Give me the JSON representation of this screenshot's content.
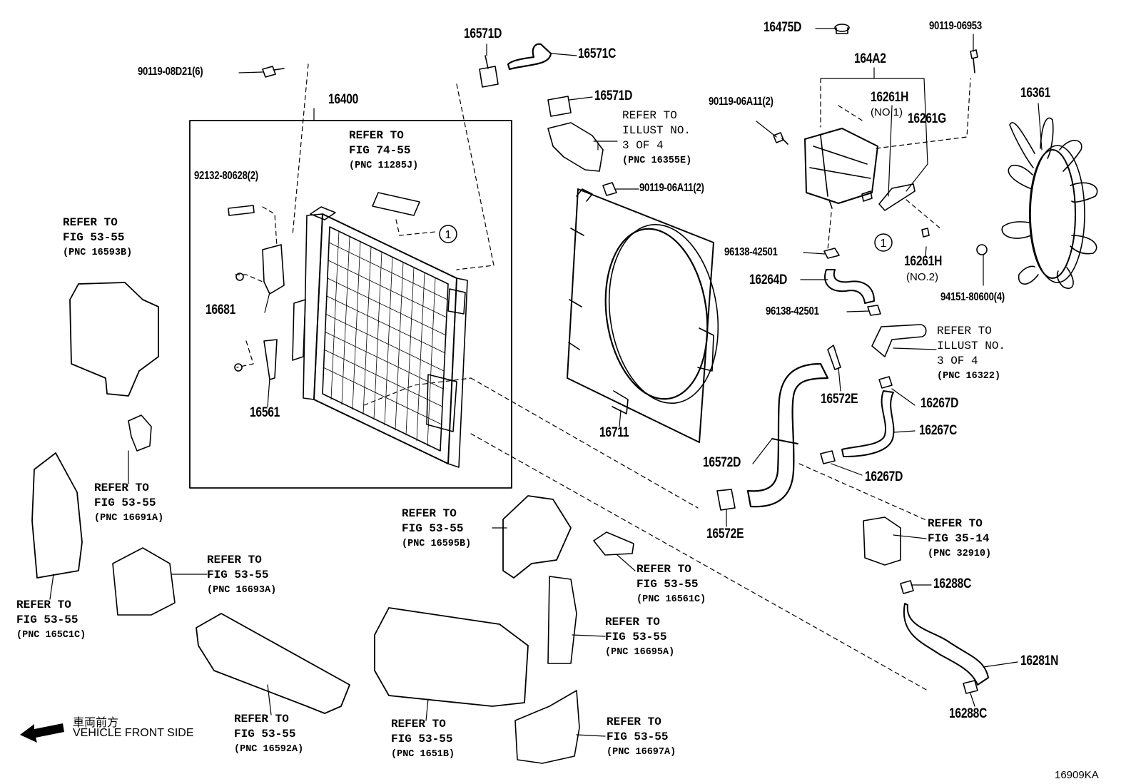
{
  "part_labels": [
    {
      "id": "p16400",
      "text": "16400"
    },
    {
      "id": "p16571D_a",
      "text": "16571D"
    },
    {
      "id": "p16571C",
      "text": "16571C"
    },
    {
      "id": "p16571D_b",
      "text": "16571D"
    },
    {
      "id": "p16475D",
      "text": "16475D"
    },
    {
      "id": "p90119_06953",
      "text": "90119-06953"
    },
    {
      "id": "p164A2",
      "text": "164A2"
    },
    {
      "id": "p16261H_1",
      "text": "16261H"
    },
    {
      "id": "p16261G",
      "text": "16261G"
    },
    {
      "id": "p16361",
      "text": "16361"
    },
    {
      "id": "p90119_08D21",
      "text": "90119-08D21(6)"
    },
    {
      "id": "p90119_06A11_a",
      "text": "90119-06A11(2)"
    },
    {
      "id": "p90119_06A11_b",
      "text": "90119-06A11(2)"
    },
    {
      "id": "p92132",
      "text": "92132-80628(2)"
    },
    {
      "id": "p16681",
      "text": "16681"
    },
    {
      "id": "p16561",
      "text": "16561"
    },
    {
      "id": "p96138_a",
      "text": "96138-42501"
    },
    {
      "id": "p16261H_2",
      "text": "16261H"
    },
    {
      "id": "p16264D",
      "text": "16264D"
    },
    {
      "id": "p94151",
      "text": "94151-80600(4)"
    },
    {
      "id": "p96138_b",
      "text": "96138-42501"
    },
    {
      "id": "p16711",
      "text": "16711"
    },
    {
      "id": "p16572E_a",
      "text": "16572E"
    },
    {
      "id": "p16267D_a",
      "text": "16267D"
    },
    {
      "id": "p16267C",
      "text": "16267C"
    },
    {
      "id": "p16572D",
      "text": "16572D"
    },
    {
      "id": "p16267D_b",
      "text": "16267D"
    },
    {
      "id": "p16572E_b",
      "text": "16572E"
    },
    {
      "id": "p16288C_a",
      "text": "16288C"
    },
    {
      "id": "p16281N",
      "text": "16281N"
    },
    {
      "id": "p16288C_b",
      "text": "16288C"
    }
  ],
  "sub_notes": {
    "no1": "(NO.1)",
    "no2": "(NO.2)"
  },
  "callout_marker": "1",
  "references": [
    {
      "id": "r74_55",
      "lines": [
        "REFER TO",
        "FIG 74-55",
        "(PNC 11285J)"
      ]
    },
    {
      "id": "r16593B",
      "lines": [
        "REFER TO",
        "FIG 53-55",
        "(PNC 16593B)"
      ]
    },
    {
      "id": "r16355E",
      "lines": [
        "REFER TO",
        "ILLUST NO.",
        "3 OF 4",
        "(PNC 16355E)"
      ]
    },
    {
      "id": "r16322",
      "lines": [
        "REFER TO",
        "ILLUST NO.",
        "3 OF 4",
        "(PNC 16322)"
      ]
    },
    {
      "id": "r16691A",
      "lines": [
        "REFER TO",
        "FIG 53-55",
        "(PNC 16691A)"
      ]
    },
    {
      "id": "r165C1C",
      "lines": [
        "REFER TO",
        "FIG 53-55",
        "(PNC 165C1C)"
      ]
    },
    {
      "id": "r16693A",
      "lines": [
        "REFER TO",
        "FIG 53-55",
        "(PNC 16693A)"
      ]
    },
    {
      "id": "r16595B",
      "lines": [
        "REFER TO",
        "FIG 53-55",
        "(PNC 16595B)"
      ]
    },
    {
      "id": "r16561C",
      "lines": [
        "REFER TO",
        "FIG 53-55",
        "(PNC 16561C)"
      ]
    },
    {
      "id": "r16695A",
      "lines": [
        "REFER TO",
        "FIG 53-55",
        "(PNC 16695A)"
      ]
    },
    {
      "id": "r16592A",
      "lines": [
        "REFER TO",
        "FIG 53-55",
        "(PNC 16592A)"
      ]
    },
    {
      "id": "r1651B",
      "lines": [
        "REFER TO",
        "FIG 53-55",
        "(PNC 1651B)"
      ]
    },
    {
      "id": "r16697A",
      "lines": [
        "REFER TO",
        "FIG 53-55",
        "(PNC 16697A)"
      ]
    },
    {
      "id": "r32910",
      "lines": [
        "REFER TO",
        "FIG 35-14",
        "(PNC 32910)"
      ]
    }
  ],
  "direction": {
    "line1": "車両前方",
    "line2": "VEHICLE FRONT SIDE"
  },
  "diagram_code": "16909KA"
}
